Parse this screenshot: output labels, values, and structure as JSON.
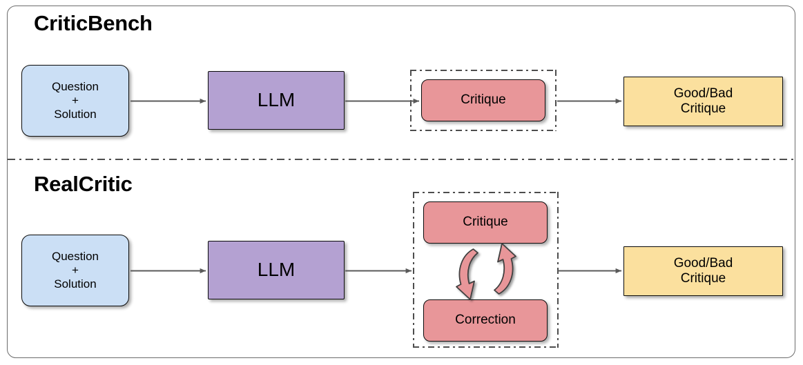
{
  "figure": {
    "sections": [
      {
        "id": "criticbench",
        "title": "CriticBench",
        "nodes": {
          "input": "Question\n+\nSolution",
          "model": "LLM",
          "critique": "Critique",
          "output": "Good/Bad\nCritique"
        }
      },
      {
        "id": "realcritic",
        "title": "RealCritic",
        "nodes": {
          "input": "Question\n+\nSolution",
          "model": "LLM",
          "critique": "Critique",
          "correction": "Correction",
          "output": "Good/Bad\nCritique"
        }
      }
    ],
    "colors": {
      "input_box": "#cbdff5",
      "model_box": "#b4a1d2",
      "critique_box": "#e89699",
      "output_box": "#fbe09e",
      "arrow": "#5a5a5a",
      "cycle_arrow": "#e89699",
      "frame_border": "#6b6b6b",
      "dash_dot_border": "#4d4d4d"
    },
    "icons": {
      "cycle_down": "curved-arrow-down-icon",
      "cycle_up": "curved-arrow-up-icon",
      "flow": "arrow-right-icon"
    }
  }
}
